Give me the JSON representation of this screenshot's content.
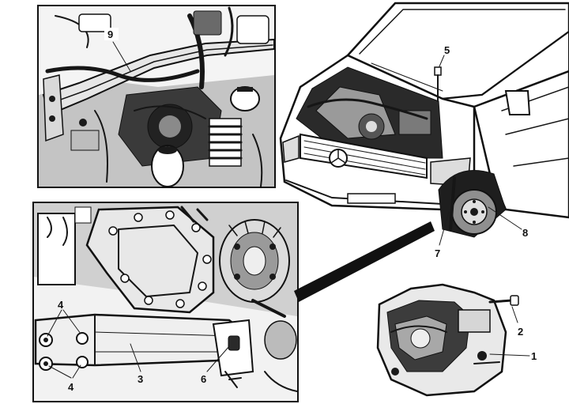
{
  "figure": {
    "callouts": {
      "c1": "1",
      "c2": "2",
      "c3": "3",
      "c4a": "4",
      "c4b": "4",
      "c5": "5",
      "c6": "6",
      "c7": "7",
      "c8": "8",
      "c9": "9"
    }
  }
}
